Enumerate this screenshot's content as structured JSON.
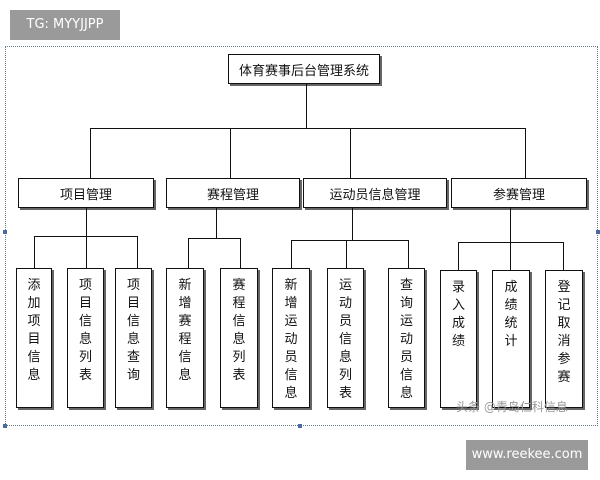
{
  "tag": "TG: MYYJJPP",
  "root": "体育赛事后台管理系统",
  "categories": [
    {
      "label": "项目管理",
      "children": [
        "添加项目信息",
        "项目信息列表",
        "项目信息查询"
      ]
    },
    {
      "label": "赛程管理",
      "children": [
        "新增赛程信息",
        "赛程信息列表"
      ]
    },
    {
      "label": "运动员信息管理",
      "children": [
        "新增运动员信息",
        "运动员信息列表",
        "查询运动员信息"
      ]
    },
    {
      "label": "参赛管理",
      "children": [
        "录入成绩",
        "成绩统计",
        "登记取消参赛"
      ]
    }
  ],
  "watermark": "头条 @青岛仁科信息",
  "site": "www.reekee.com"
}
